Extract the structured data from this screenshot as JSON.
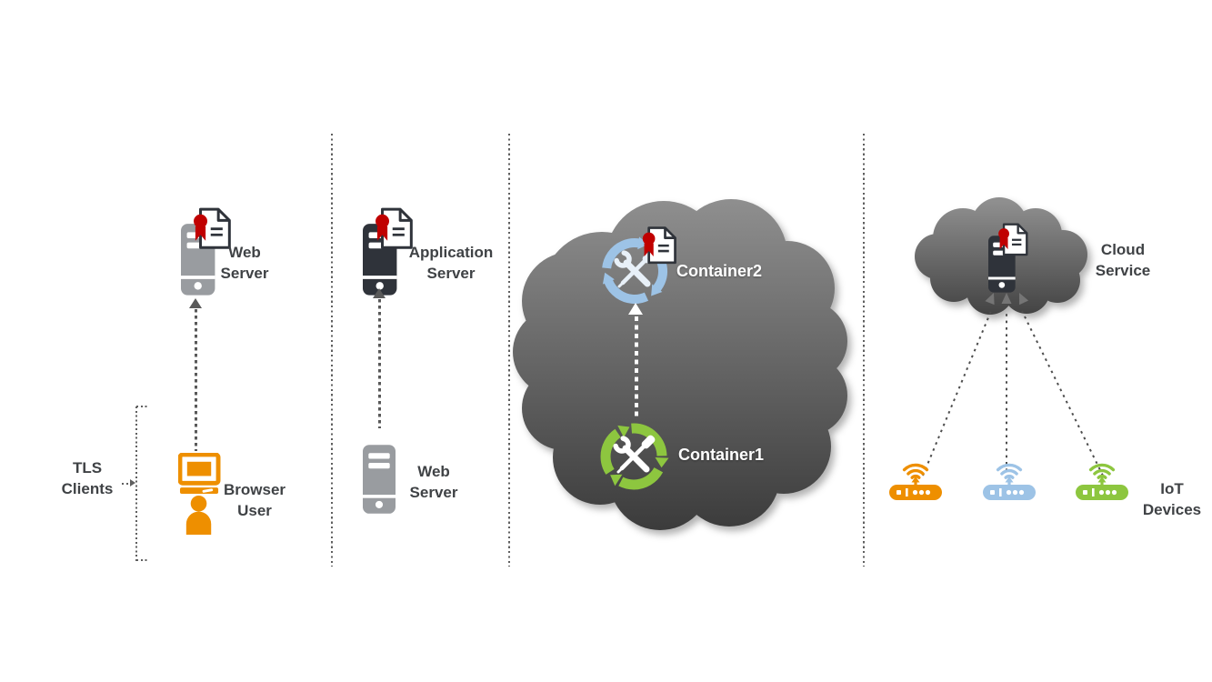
{
  "panels": {
    "tls_web": {
      "group_label": "TLS\nClients",
      "server_label": "Web\nServer",
      "client_label": "Browser\nUser"
    },
    "tls_app": {
      "server_label": "Application\nServer",
      "client_label": "Web\nServer"
    },
    "containers": {
      "top_label": "Container2",
      "bottom_label": "Container1"
    },
    "cloud": {
      "service_label": "Cloud\nService",
      "devices_label": "IoT\nDevices"
    }
  },
  "edges": [
    {
      "from": "Browser User",
      "to": "Web Server",
      "style": "dotted-arrow"
    },
    {
      "from": "Web Server",
      "to": "Application Server",
      "style": "dotted-arrow"
    },
    {
      "from": "Container1",
      "to": "Container2",
      "style": "dotted-arrow-white"
    },
    {
      "from": "IoT Device orange",
      "to": "Cloud Service",
      "style": "dotted-arrow"
    },
    {
      "from": "IoT Device blue",
      "to": "Cloud Service",
      "style": "dotted-arrow"
    },
    {
      "from": "IoT Device green",
      "to": "Cloud Service",
      "style": "dotted-arrow"
    }
  ],
  "icons": {
    "certificate": "certificate-document-icon",
    "server": "server-tower-icon",
    "client_workstation": "desktop-user-icon",
    "container": "devops-cycle-tools-icon",
    "cloud": "cloud-icon",
    "iot_device": "wifi-router-icon"
  },
  "colors": {
    "orange": "#EE8F00",
    "light_blue": "#9DC3E6",
    "green": "#8DC63F",
    "certificate_red": "#C00000",
    "server_gray": "#999CA0",
    "server_dark": "#2F333A",
    "label_text": "#3F4245",
    "connector_gray": "#595959",
    "cloud_gradient_top": "#8F8F8F",
    "cloud_gradient_bottom": "#3B3B3B",
    "white": "#FFFFFF"
  }
}
